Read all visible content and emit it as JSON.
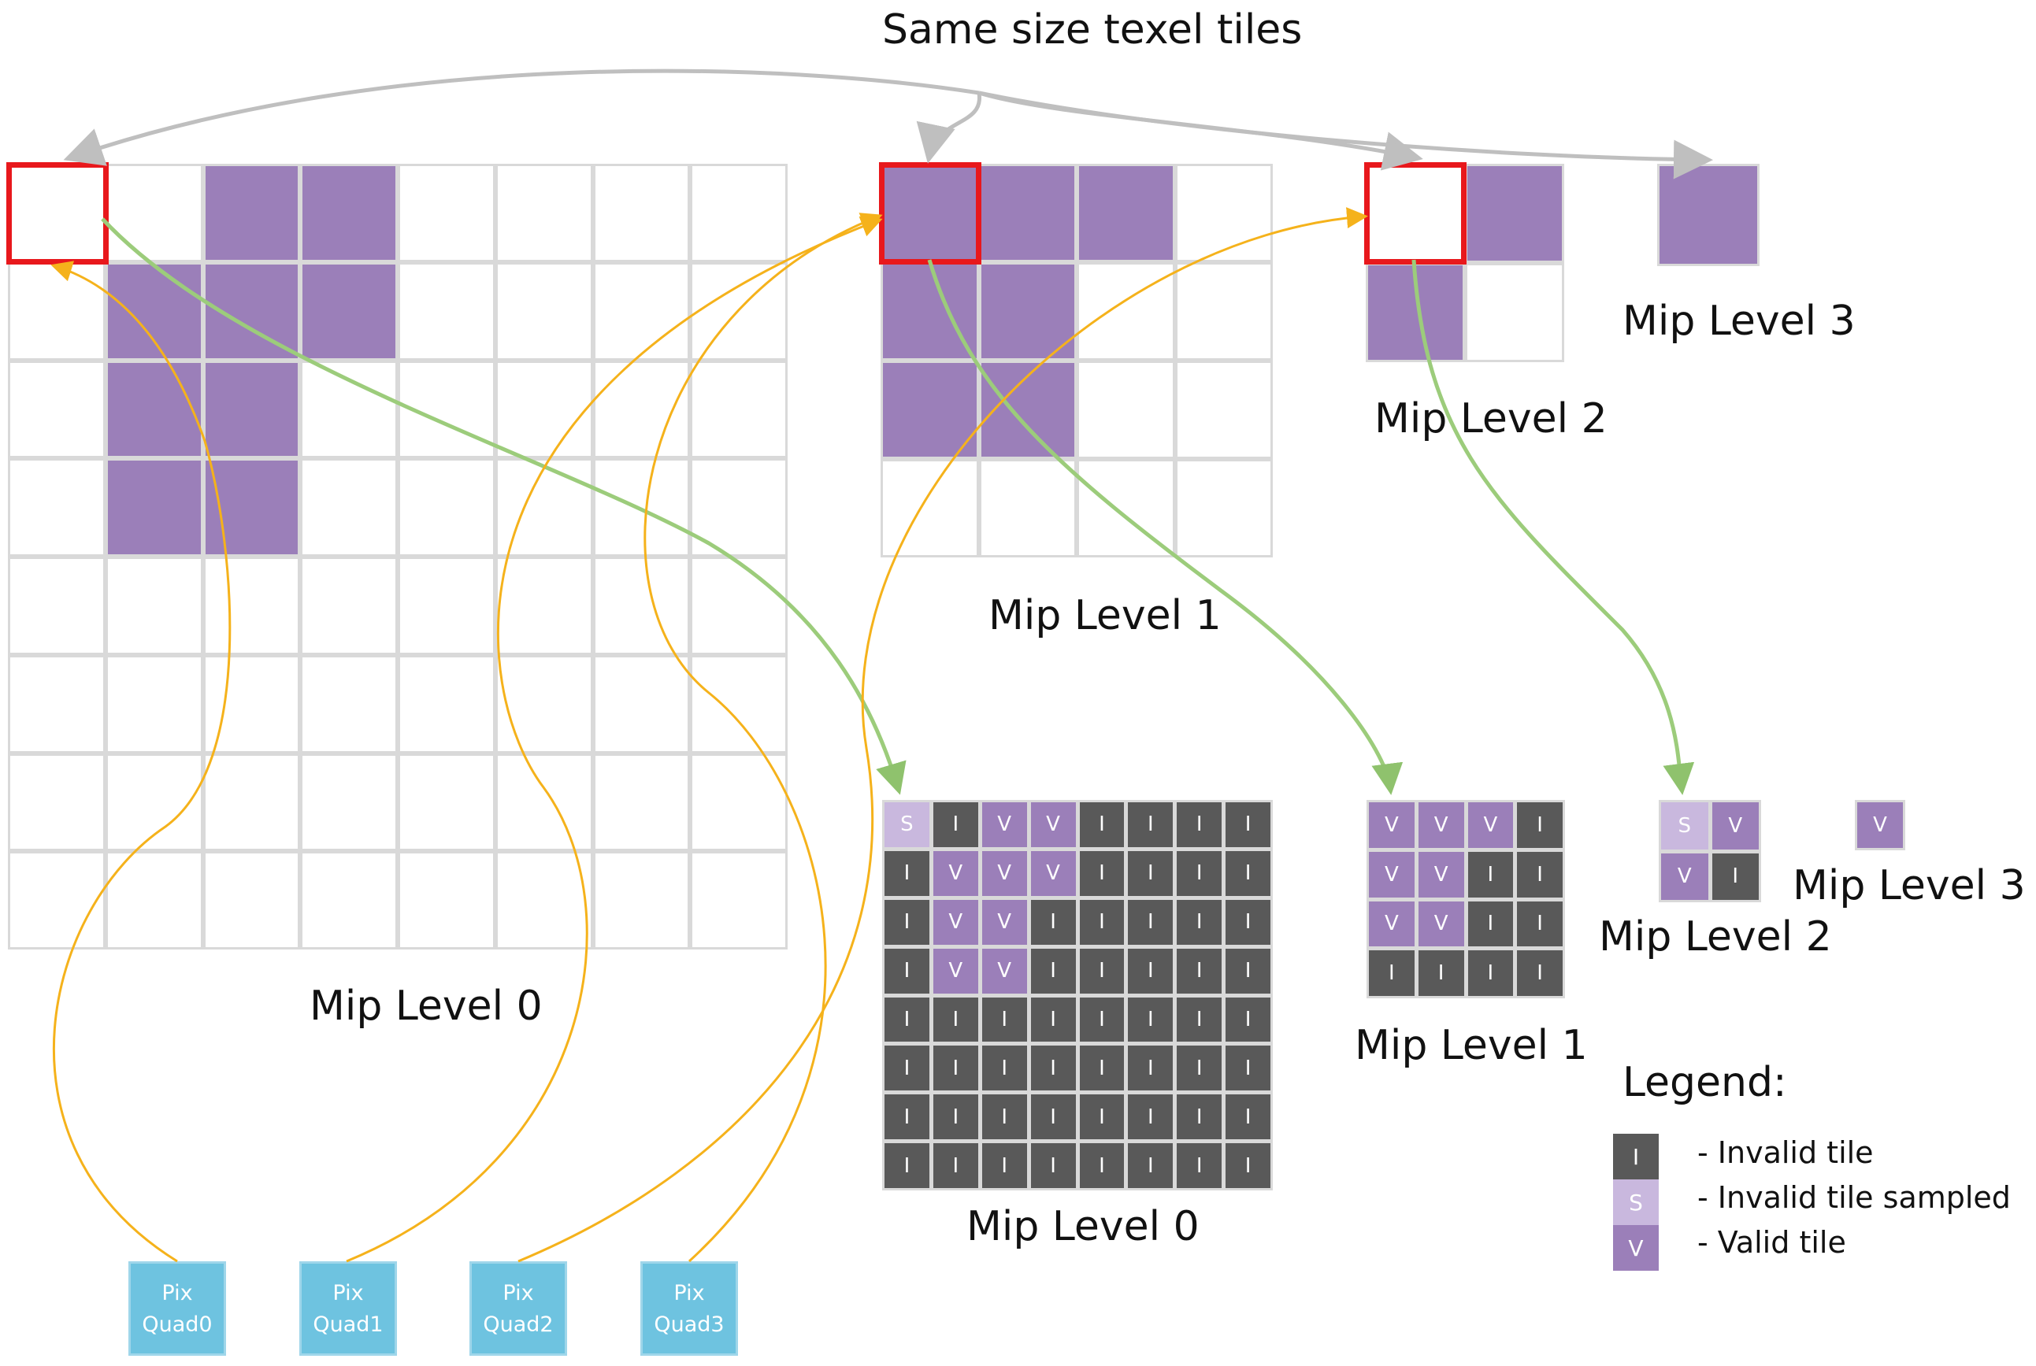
{
  "title": "Same size texel tiles",
  "top_diagram": {
    "labels": {
      "mip0": "Mip Level 0",
      "mip1": "Mip Level 1",
      "mip2": "Mip Level 2",
      "mip3": "Mip Level 3"
    },
    "mip0": [
      [
        0,
        0,
        1,
        1,
        0,
        0,
        0,
        0
      ],
      [
        0,
        1,
        1,
        1,
        0,
        0,
        0,
        0
      ],
      [
        0,
        1,
        1,
        0,
        0,
        0,
        0,
        0
      ],
      [
        0,
        1,
        1,
        0,
        0,
        0,
        0,
        0
      ],
      [
        0,
        0,
        0,
        0,
        0,
        0,
        0,
        0
      ],
      [
        0,
        0,
        0,
        0,
        0,
        0,
        0,
        0
      ],
      [
        0,
        0,
        0,
        0,
        0,
        0,
        0,
        0
      ],
      [
        0,
        0,
        0,
        0,
        0,
        0,
        0,
        0
      ]
    ],
    "mip1": [
      [
        1,
        1,
        1,
        0
      ],
      [
        1,
        1,
        0,
        0
      ],
      [
        1,
        1,
        0,
        0
      ],
      [
        0,
        0,
        0,
        0
      ]
    ],
    "mip2": [
      [
        0,
        1
      ],
      [
        1,
        0
      ]
    ],
    "mip3": [
      [
        1
      ]
    ]
  },
  "bottom_diagram": {
    "labels": {
      "mip0": "Mip Level 0",
      "mip1": "Mip Level 1",
      "mip2": "Mip Level 2",
      "mip3": "Mip Level 3"
    },
    "mip0": [
      [
        "S",
        "I",
        "V",
        "V",
        "I",
        "I",
        "I",
        "I"
      ],
      [
        "I",
        "V",
        "V",
        "V",
        "I",
        "I",
        "I",
        "I"
      ],
      [
        "I",
        "V",
        "V",
        "I",
        "I",
        "I",
        "I",
        "I"
      ],
      [
        "I",
        "V",
        "V",
        "I",
        "I",
        "I",
        "I",
        "I"
      ],
      [
        "I",
        "I",
        "I",
        "I",
        "I",
        "I",
        "I",
        "I"
      ],
      [
        "I",
        "I",
        "I",
        "I",
        "I",
        "I",
        "I",
        "I"
      ],
      [
        "I",
        "I",
        "I",
        "I",
        "I",
        "I",
        "I",
        "I"
      ],
      [
        "I",
        "I",
        "I",
        "I",
        "I",
        "I",
        "I",
        "I"
      ]
    ],
    "mip1": [
      [
        "V",
        "V",
        "V",
        "I"
      ],
      [
        "V",
        "V",
        "I",
        "I"
      ],
      [
        "V",
        "V",
        "I",
        "I"
      ],
      [
        "I",
        "I",
        "I",
        "I"
      ]
    ],
    "mip2": [
      [
        "S",
        "V"
      ],
      [
        "V",
        "I"
      ]
    ],
    "mip3": [
      [
        "V"
      ]
    ]
  },
  "pixel_quads": [
    {
      "line1": "Pix",
      "line2": "Quad0"
    },
    {
      "line1": "Pix",
      "line2": "Quad1"
    },
    {
      "line1": "Pix",
      "line2": "Quad2"
    },
    {
      "line1": "Pix",
      "line2": "Quad3"
    }
  ],
  "legend": {
    "title": "Legend:",
    "items": [
      {
        "code": "I",
        "text": "- Invalid tile"
      },
      {
        "code": "S",
        "text": "- Invalid tile sampled"
      },
      {
        "code": "V",
        "text": "- Valid tile"
      }
    ]
  },
  "colors": {
    "valid_tile": "#9b7fb9",
    "invalid_tile": "#595959",
    "sampled_tile": "#c9b8de",
    "highlight": "#e8181c",
    "pixel_quad": "#6ec3e0",
    "quad_arrow": "#f5b21b",
    "mip_arrow": "#9ccc7b",
    "top_arrow": "#bfbfbf"
  }
}
